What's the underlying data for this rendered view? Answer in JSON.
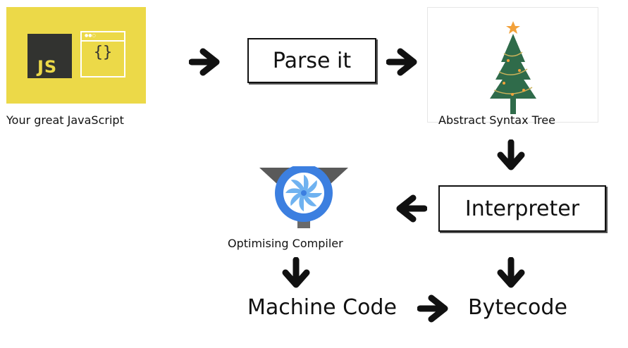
{
  "nodes": {
    "javascript": {
      "caption": "Your great JavaScript",
      "logo_text": "JS",
      "window_glyph": "{}",
      "window_dots": "●●○"
    },
    "parse": {
      "label": "Parse it"
    },
    "ast": {
      "caption": "Abstract Syntax Tree"
    },
    "interpreter": {
      "label": "Interpreter"
    },
    "compiler": {
      "caption": "Optimising Compiler"
    },
    "machine_code": {
      "label": "Machine Code"
    },
    "bytecode": {
      "label": "Bytecode"
    }
  },
  "icons": {
    "javascript": "javascript-logo-icon",
    "tree": "christmas-tree-icon",
    "compiler": "turbofan-icon",
    "arrow": "thick-arrow-icon"
  },
  "colors": {
    "js_yellow": "#ecd948",
    "js_dark": "#323330",
    "tree_green": "#2f6b4a",
    "tree_star": "#f2a13a",
    "fan_blue": "#3c7fe0",
    "funnel_gray": "#5a5a5a"
  }
}
